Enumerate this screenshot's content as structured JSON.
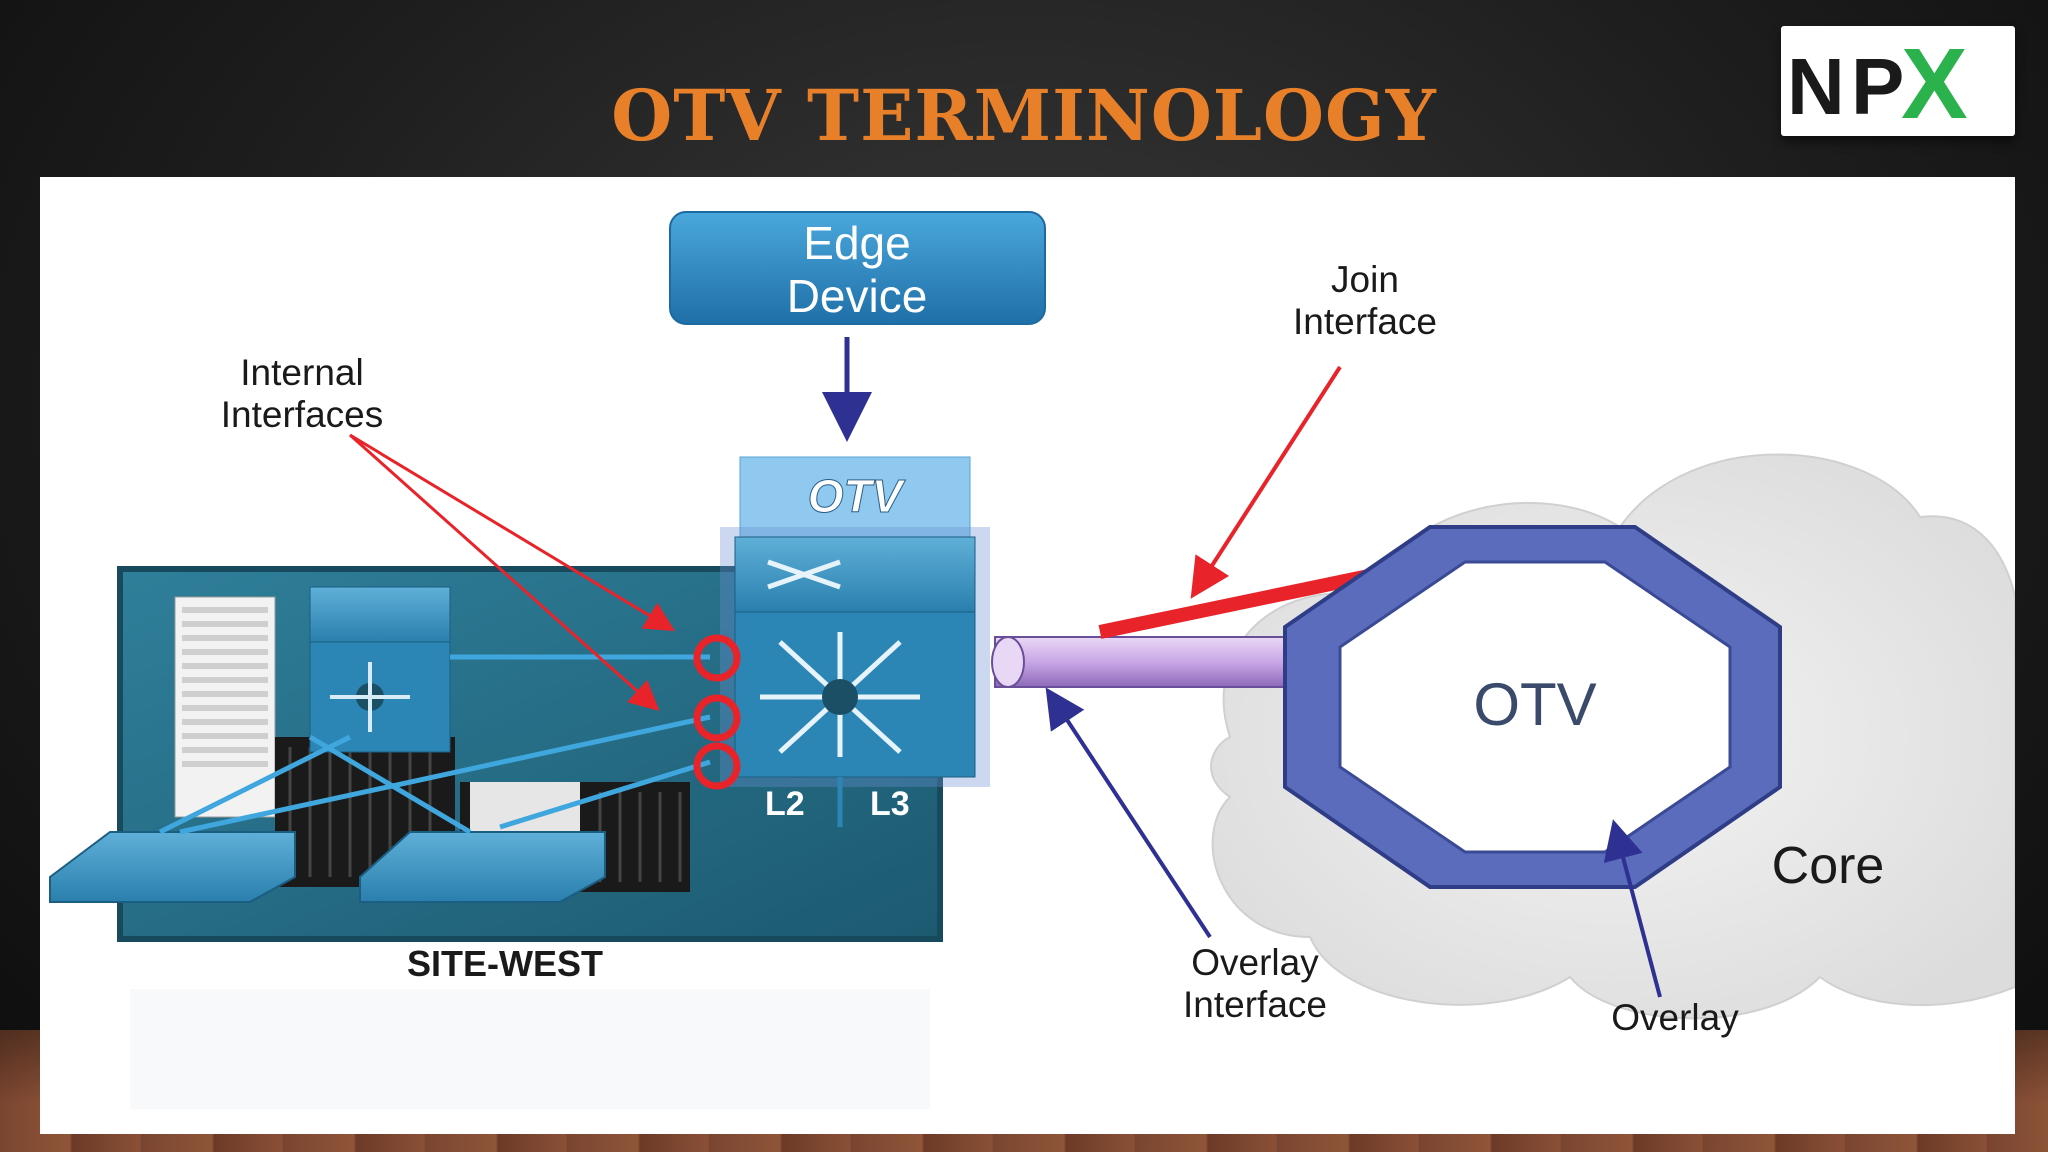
{
  "slide": {
    "title": "OTV TERMINOLOGY"
  },
  "logo": {
    "text_n": "N",
    "text_p": "P",
    "text_x": "X",
    "colors": {
      "dark": "#1a1a1a",
      "green": "#2bb24c"
    }
  },
  "diagram": {
    "edge_device": {
      "line1": "Edge",
      "line2": "Device"
    },
    "otv_box_label": "OTV",
    "internal_interfaces": {
      "line1": "Internal",
      "line2": "Interfaces"
    },
    "join_interface": {
      "line1": "Join",
      "line2": "Interface"
    },
    "overlay_interface": {
      "line1": "Overlay",
      "line2": "Interface"
    },
    "otv_core_label": "OTV",
    "core_label": "Core",
    "overlay_label": "Overlay",
    "site_label": "SITE-WEST",
    "l2_label": "L2",
    "l3_label": "L3",
    "colors": {
      "title": "#e8802a",
      "red_arrow": "#e8242a",
      "blue_arrow": "#2e3192",
      "edge_box": "#2e86c1",
      "octagon": "#4a5aa8"
    }
  }
}
